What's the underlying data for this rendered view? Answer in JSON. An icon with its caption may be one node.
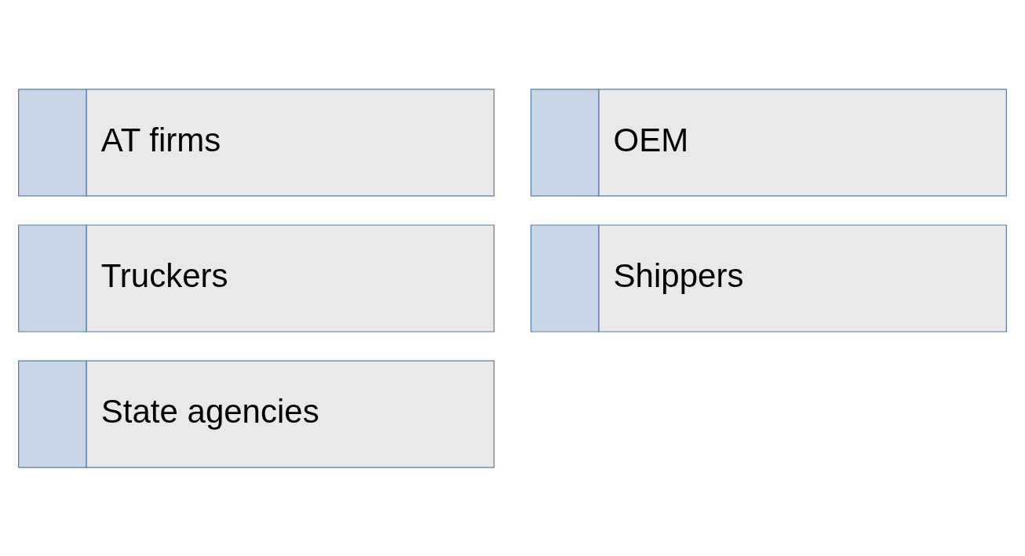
{
  "diagram": {
    "nodes": [
      {
        "text": [
          "AT firms"
        ]
      },
      {
        "text": [
          "OEM"
        ]
      },
      {
        "text": [
          "Truckers"
        ]
      },
      {
        "text": [
          "Shippers"
        ]
      },
      {
        "text": [
          "State agencies"
        ]
      }
    ]
  }
}
